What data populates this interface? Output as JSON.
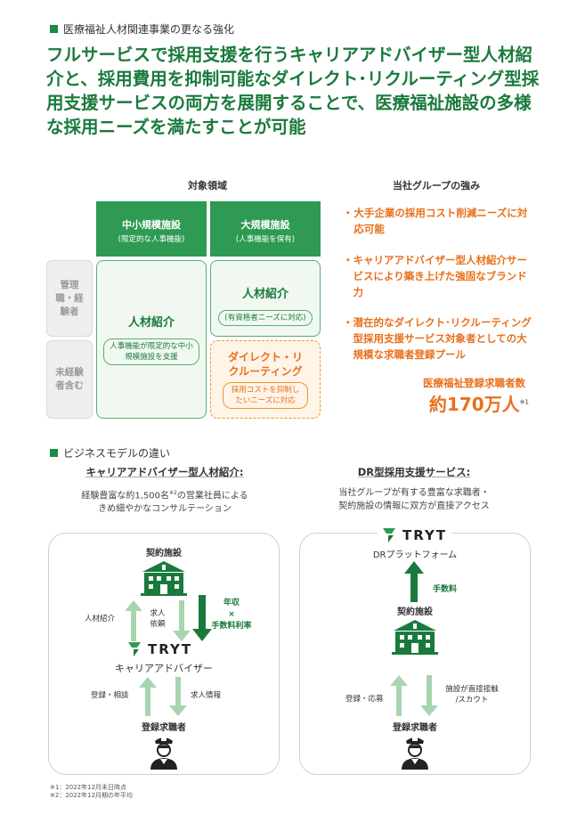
{
  "section1": {
    "label": "医療福祉人材関連事業の更なる強化"
  },
  "headline": "フルサービスで採用支援を行うキャリアアドバイザー型人材紹介と、採用費用を抑制可能なダイレクト･リクルーティング型採用支援サービスの両方を展開することで、医療福祉施設の多様な採用ニーズを満たすことが可能",
  "target": {
    "title": "対象領域",
    "col_small": {
      "title": "中小規模施設",
      "sub": "(限定的な人事機能)"
    },
    "col_large": {
      "title": "大規模施設",
      "sub": "(人事機能を保有)"
    },
    "row_mgmt": "管理職・経験者",
    "row_novice": "未経験者含む",
    "card_small": {
      "title": "人材紹介",
      "pill": "人事機能が限定的な中小規模施設を支援"
    },
    "card_large_top": {
      "title": "人材紹介",
      "pill": "(有資格者ニーズに対応)"
    },
    "card_large_bottom": {
      "title": "ダイレクト・リクルーティング",
      "pill": "採用コストを抑制したいニーズに対応"
    }
  },
  "strengths": {
    "title": "当社グループの強み",
    "items": [
      "大手企業の採用コスト削減ニーズに対応可能",
      "キャリアアドバイザー型人材紹介サービスにより築き上げた強固なブランド力",
      "潜在的なダイレクト･リクルーティング型採用支援サービス対象者としての大規模な求職者登録プール"
    ],
    "stat_label": "医療福祉登録求職者数",
    "stat_value": "約170万人",
    "stat_note": "※1"
  },
  "section2": {
    "label": "ビジネスモデルの違い"
  },
  "model_left": {
    "title": "キャリアアドバイザー型人材紹介:",
    "desc_1": "経験豊富な約1,500名",
    "desc_note": "※2",
    "desc_2": "の営業社員による",
    "desc_3": "きめ細やかなコンサルテーション",
    "facility": "契約施設",
    "referral": "人材紹介",
    "request_1": "求人",
    "request_2": "依頼",
    "fee_1": "年収",
    "fee_2": "×",
    "fee_3": "手数料利率",
    "brand": "TRYT",
    "advisor": "キャリアアドバイザー",
    "register": "登録・相談",
    "job_info": "求人情報",
    "seeker": "登録求職者"
  },
  "model_right": {
    "title": "DR型採用支援サービス:",
    "desc_1": "当社グループが有する豊富な求職者・",
    "desc_2": "契約施設の情報に双方が直接アクセス",
    "brand": "TRYT",
    "platform": "DRプラットフォーム",
    "fee": "手数料",
    "facility": "契約施設",
    "apply": "登録・応募",
    "scout_1": "施設が直接接触",
    "scout_2": "/スカウト",
    "seeker": "登録求職者"
  },
  "footnotes": [
    "※1：2022年12月末日時点",
    "※2：2022年12月期の年平均"
  ],
  "colors": {
    "green": "#1a7a3c",
    "orange": "#e8701c",
    "light_green": "#a8d5b0"
  }
}
